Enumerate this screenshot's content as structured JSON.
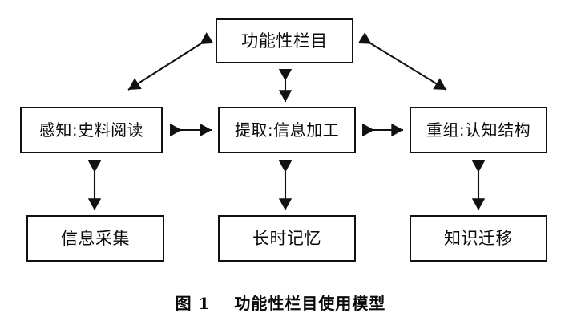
{
  "figure": {
    "caption_number": "图 1",
    "caption_title": "功能性栏目使用模型",
    "background_color": "#ffffff",
    "line_color": "#111111"
  },
  "nodes": {
    "top": {
      "label": "功能性栏目"
    },
    "middle_left": {
      "label": "感知:史料阅读"
    },
    "middle_center": {
      "label": "提取:信息加工"
    },
    "middle_right": {
      "label": "重组:认知结构"
    },
    "bottom_left": {
      "label": "信息采集"
    },
    "bottom_center": {
      "label": "长时记忆"
    },
    "bottom_right": {
      "label": "知识迁移"
    }
  },
  "chart_data": {
    "type": "diagram",
    "title": "功能性栏目使用模型",
    "nodes": [
      {
        "id": "top",
        "label": "功能性栏目",
        "row": "top",
        "col": "center"
      },
      {
        "id": "middle_left",
        "label": "感知:史料阅读",
        "row": "middle",
        "col": "left"
      },
      {
        "id": "middle_center",
        "label": "提取:信息加工",
        "row": "middle",
        "col": "center"
      },
      {
        "id": "middle_right",
        "label": "重组:认知结构",
        "row": "middle",
        "col": "right"
      },
      {
        "id": "bottom_left",
        "label": "信息采集",
        "row": "bottom",
        "col": "left"
      },
      {
        "id": "bottom_center",
        "label": "长时记忆",
        "row": "bottom",
        "col": "center"
      },
      {
        "id": "bottom_right",
        "label": "知识迁移",
        "row": "bottom",
        "col": "right"
      }
    ],
    "edges": [
      {
        "from": "top",
        "to": "middle_left",
        "style": "double-arrow-diagonal"
      },
      {
        "from": "top",
        "to": "middle_center",
        "style": "double-arrow-vertical"
      },
      {
        "from": "top",
        "to": "middle_right",
        "style": "double-arrow-diagonal"
      },
      {
        "from": "middle_left",
        "to": "middle_center",
        "style": "double-arrow-horizontal"
      },
      {
        "from": "middle_center",
        "to": "middle_right",
        "style": "double-arrow-horizontal"
      },
      {
        "from": "middle_left",
        "to": "bottom_left",
        "style": "double-arrow-vertical"
      },
      {
        "from": "middle_center",
        "to": "bottom_center",
        "style": "double-arrow-vertical"
      },
      {
        "from": "middle_right",
        "to": "bottom_right",
        "style": "double-arrow-vertical"
      }
    ]
  }
}
